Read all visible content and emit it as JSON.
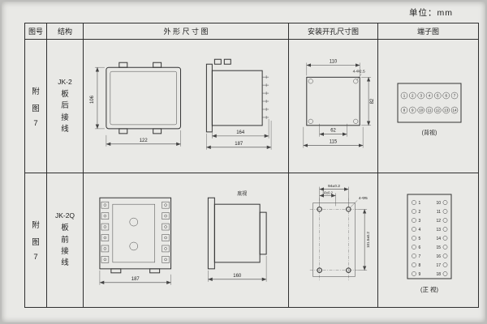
{
  "unit_label": "单位：mm",
  "headers": {
    "fig": "图号",
    "struct": "结构",
    "outline": "外 形 尺 寸 图",
    "install": "安装开孔尺寸图",
    "terminal": "端子图"
  },
  "rows": [
    {
      "fig": [
        "附",
        "图",
        "7"
      ],
      "model": "JK-2",
      "wiring": [
        "板",
        "后",
        "接",
        "线"
      ],
      "outline": {
        "h": "106",
        "w": "122",
        "d1": "164",
        "d2": "187"
      },
      "install": {
        "top": "110",
        "note": "4-Φ2.5",
        "right": "82",
        "b1": "62",
        "b2": "115"
      },
      "terminal": {
        "top": [
          "1",
          "2",
          "3",
          "4",
          "5",
          "6",
          "7"
        ],
        "bottom": [
          "8",
          "9",
          "10",
          "11",
          "12",
          "13",
          "14"
        ],
        "label": "(背视)"
      }
    },
    {
      "fig": [
        "附",
        "图",
        "7"
      ],
      "model": "JK-2Q",
      "wiring": [
        "板",
        "前",
        "接",
        "线"
      ],
      "outline": {
        "w": "187",
        "d": "160",
        "side_label": "底视"
      },
      "install": {
        "top1": "94±0.2",
        "top2": "30±0.2",
        "note": "4-Φ5",
        "right": "101.5±0.2"
      },
      "terminal": {
        "left": [
          "1",
          "2",
          "3",
          "4",
          "5",
          "6",
          "7",
          "8",
          "9"
        ],
        "right": [
          "10",
          "11",
          "12",
          "13",
          "14",
          "15",
          "16",
          "17",
          "18"
        ],
        "label": "(正 视)"
      }
    }
  ]
}
